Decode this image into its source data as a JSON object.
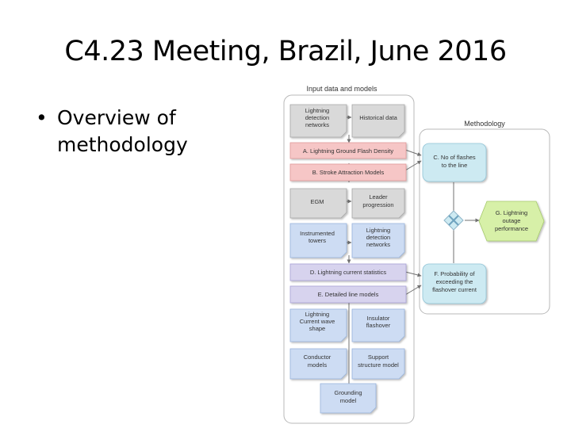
{
  "slide": {
    "title": "C4.23 Meeting, Brazil, June 2016",
    "bullets": [
      "Overview of methodology"
    ]
  },
  "diagram": {
    "input_panel_title": "Input data and models",
    "method_panel_title": "Methodology",
    "boxes": {
      "lightning_detection_networks_1": [
        "Lightning",
        "detection",
        "networks"
      ],
      "historical_data": [
        "Historical data"
      ],
      "ground_flash_density": [
        "A. Lightning Ground Flash Density"
      ],
      "stroke_attraction": [
        "B. Stroke Attraction Models"
      ],
      "egm": [
        "EGM"
      ],
      "leader_progression": [
        "Leader",
        "progression"
      ],
      "instrumented_towers": [
        "Instrumented",
        "towers"
      ],
      "lightning_detection_networks_2": [
        "Lightning",
        "detection",
        "networks"
      ],
      "current_statistics": [
        "D. Lightning current statistics"
      ],
      "detailed_line_models": [
        "E. Detailed line models"
      ],
      "current_wave_shape": [
        "Lightning",
        "Current wave",
        "shape"
      ],
      "insulator_flashover": [
        "Insulator",
        "flashover"
      ],
      "conductor_models": [
        "Conductor",
        "models"
      ],
      "support_structure": [
        "Support",
        "structure model"
      ],
      "grounding_model": [
        "Grounding",
        "model"
      ],
      "flashes_to_line": [
        "C. No of flashes",
        "to the line"
      ],
      "outage_performance": [
        "G. Lightning",
        "outage",
        "performance"
      ],
      "probability_exceeding": [
        "F. Probability of",
        "exceeding the",
        "flashover current"
      ]
    }
  },
  "colors": {
    "grey_box": "#d9d9d9",
    "pink_box": "#f6c6c6",
    "blue_box": "#cddcf3",
    "lavender_box": "#d7d3ee",
    "teal_box": "#cdeaf2",
    "green_box": "#d7f0a8",
    "panel_border": "#b8b8b8"
  }
}
